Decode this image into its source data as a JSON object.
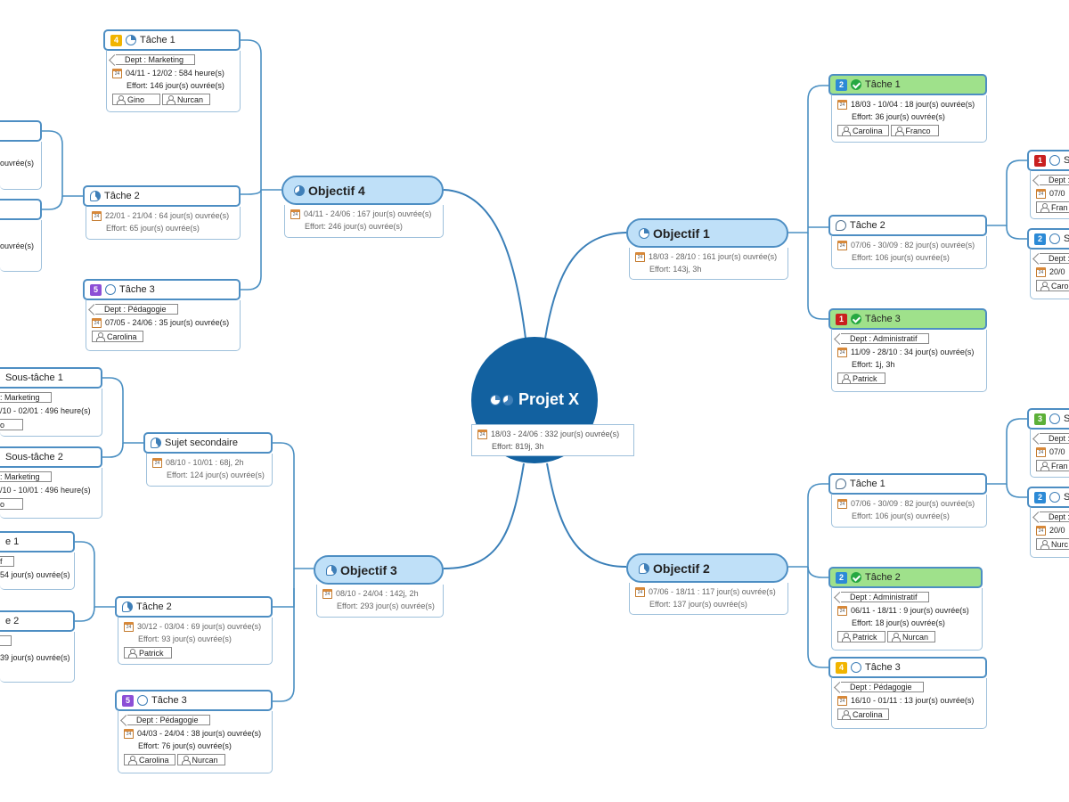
{
  "root": {
    "title": "Projet X",
    "dates": "18/03 - 24/06 : 332 jour(s) ouvrée(s)",
    "effort": "Effort: 819j, 3h"
  },
  "cal_icon": "24",
  "obj1": {
    "title": "Objectif 1",
    "dates": "18/03 - 28/10 : 161 jour(s) ouvrée(s)",
    "effort": "Effort: 143j, 3h",
    "t1": {
      "badge": "2",
      "title": "Tâche 1",
      "dates": "18/03 - 10/04 : 18 jour(s) ouvrée(s)",
      "effort": "Effort: 36 jour(s) ouvrée(s)",
      "people": [
        "Carolina",
        "Franco"
      ]
    },
    "t2": {
      "title": "Tâche 2",
      "dates": "07/06 - 30/09 : 82 jour(s) ouvrée(s)",
      "effort": "Effort: 106 jour(s) ouvrée(s)"
    },
    "t3": {
      "badge": "1",
      "title": "Tâche 3",
      "dept": "Dept : Administratif",
      "dates": "11/09 - 28/10 : 34 jour(s) ouvrée(s)",
      "effort": "Effort: 1j, 3h",
      "people": [
        "Patrick"
      ]
    },
    "s1": {
      "badge": "1",
      "title": "S",
      "dept": "Dept : F",
      "dates": "07/0",
      "people": [
        "Fran"
      ]
    },
    "s2": {
      "badge": "2",
      "title": "S",
      "dept": "Dept : A",
      "dates": "20/0",
      "people": [
        "Caro"
      ]
    }
  },
  "obj2": {
    "title": "Objectif 2",
    "dates": "07/06 - 18/11 : 117 jour(s) ouvrée(s)",
    "effort": "Effort: 137 jour(s) ouvrée(s)",
    "t1": {
      "title": "Tâche 1",
      "dates": "07/06 - 30/09 : 82 jour(s) ouvrée(s)",
      "effort": "Effort: 106 jour(s) ouvrée(s)"
    },
    "t2": {
      "badge": "2",
      "title": "Tâche 2",
      "dept": "Dept : Administratif",
      "dates": "06/11 - 18/11 : 9 jour(s) ouvrée(s)",
      "effort": "Effort: 18 jour(s) ouvrée(s)",
      "people": [
        "Patrick",
        "Nurcan"
      ]
    },
    "t3": {
      "badge": "4",
      "title": "Tâche 3",
      "dept": "Dept : Pédagogie",
      "dates": "16/10 - 01/11 : 13 jour(s) ouvrée(s)",
      "people": [
        "Carolina"
      ]
    },
    "s1": {
      "badge": "3",
      "title": "S",
      "dept": "Dept : A",
      "dates": "07/0",
      "people": [
        "Fran"
      ]
    },
    "s2": {
      "badge": "2",
      "title": "S",
      "dept": "Dept : A",
      "dates": "20/0",
      "people": [
        "Nurc"
      ]
    }
  },
  "obj3": {
    "title": "Objectif 3",
    "dates": "08/10 - 24/04 : 142j, 2h",
    "effort": "Effort: 293 jour(s) ouvrée(s)",
    "sujet": {
      "title": "Sujet secondaire",
      "dates": "08/10 - 10/01 : 68j, 2h",
      "effort": "Effort: 124 jour(s) ouvrée(s)"
    },
    "st1": {
      "title": "Sous-tâche 1",
      "dept": ": Marketing",
      "dates": "/10 - 02/01 : 496 heure(s)",
      "people": [
        "no"
      ]
    },
    "st2": {
      "title": "Sous-tâche 2",
      "dept": ": Marketing",
      "dates": "/10 - 10/01 : 496 heure(s)",
      "people": [
        "no"
      ]
    },
    "t2": {
      "title": "Tâche 2",
      "dates": "30/12 - 03/04 : 69 jour(s) ouvrée(s)",
      "effort": "Effort: 93 jour(s) ouvrée(s)",
      "people": [
        "Patrick"
      ]
    },
    "t2a": {
      "title": "e 1",
      "dept": "f",
      "dates": "54 jour(s) ouvrée(s)"
    },
    "t2b": {
      "title": "e 2",
      "dates": "39 jour(s) ouvrée(s)"
    },
    "t3": {
      "badge": "5",
      "title": "Tâche 3",
      "dept": "Dept : Pédagogie",
      "dates": "04/03 - 24/04 : 38 jour(s) ouvrée(s)",
      "effort": "Effort: 76 jour(s) ouvrée(s)",
      "people": [
        "Carolina",
        "Nurcan"
      ]
    }
  },
  "obj4": {
    "title": "Objectif 4",
    "dates": "04/11 - 24/06 : 167 jour(s) ouvrée(s)",
    "effort": "Effort: 246 jour(s) ouvrée(s)",
    "t1": {
      "badge": "4",
      "title": "Tâche 1",
      "dept": "Dept : Marketing",
      "dates": "04/11 - 12/02 : 584 heure(s)",
      "effort": "Effort: 146 jour(s) ouvrée(s)",
      "people": [
        "Gino",
        "Nurcan"
      ]
    },
    "t2": {
      "title": "Tâche 2",
      "dates": "22/01 - 21/04 : 64 jour(s) ouvrée(s)",
      "effort": "Effort: 65 jour(s) ouvrée(s)"
    },
    "t2a": {
      "text": "ouvrée(s)"
    },
    "t2b": {
      "text": "ouvrée(s)"
    },
    "t3": {
      "badge": "5",
      "title": "Tâche 3",
      "dept": "Dept : Pédagogie",
      "dates": "07/05 - 24/06 : 35 jour(s) ouvrée(s)",
      "people": [
        "Carolina"
      ]
    }
  },
  "colors": {
    "root": "#1261a0",
    "link": "#4a8fc2",
    "objective_fill": "#bfe0f8",
    "done_fill": "#9fe18b",
    "badge_red": "#c9201f",
    "badge_blue": "#2c8ad6",
    "badge_yellow": "#f1b400",
    "badge_purple": "#8c4fd6",
    "badge_green": "#5cb037"
  }
}
